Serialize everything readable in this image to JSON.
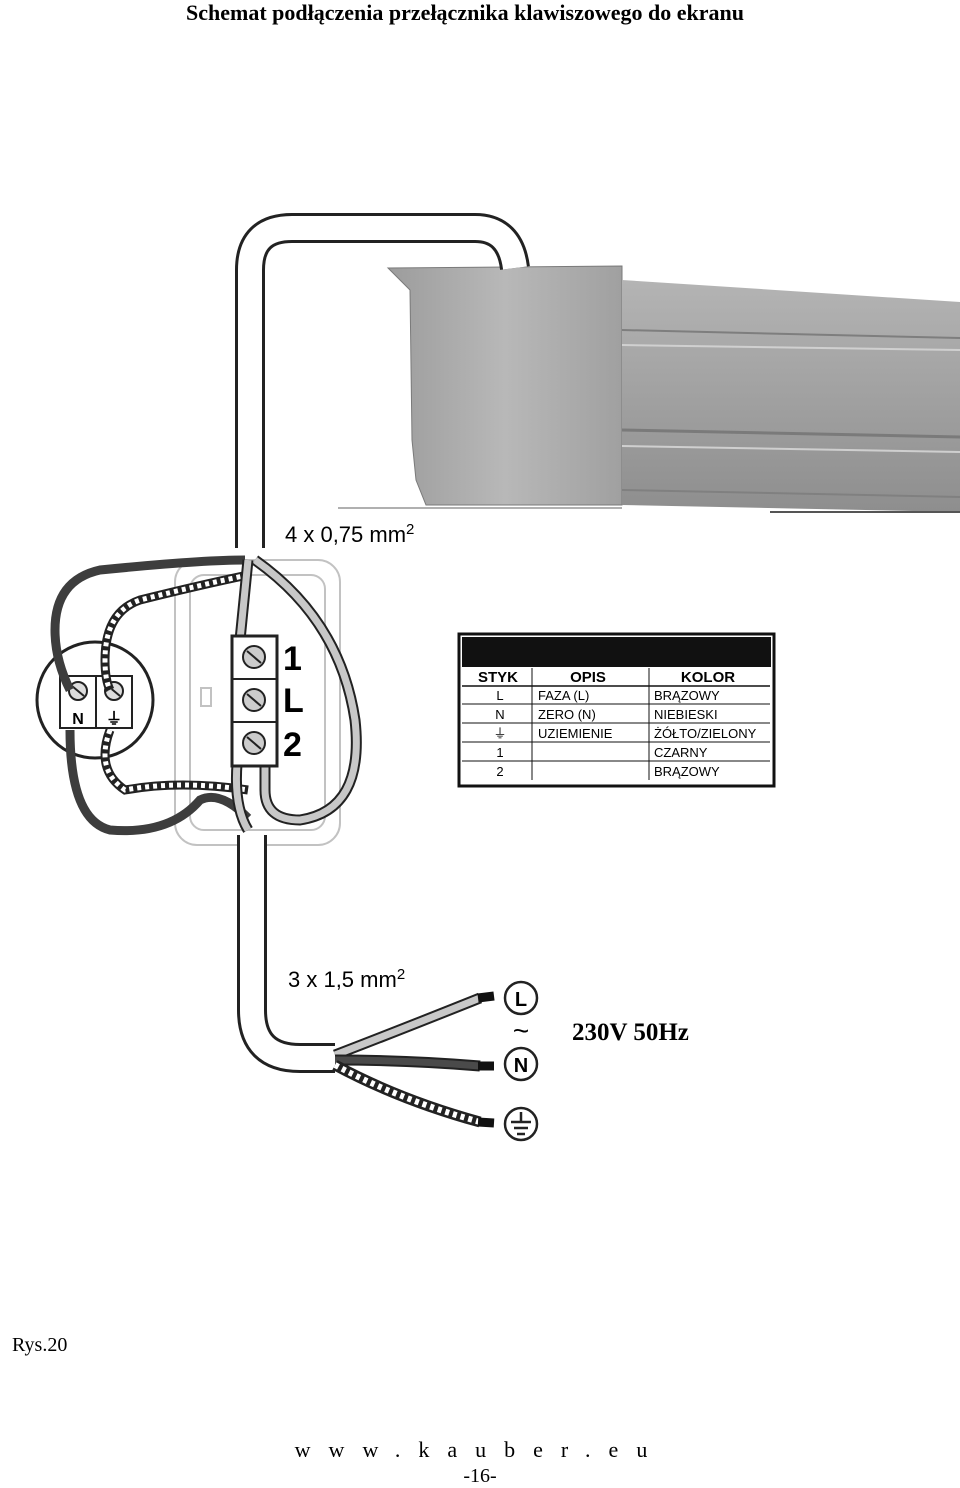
{
  "title": "Schemat podłączenia przełącznika klawiszowego do ekranu",
  "cable_top_label": "4 x 0,75 mm",
  "cable_top_sup": "2",
  "cable_bottom_label": "3 x 1,5 mm",
  "cable_bottom_sup": "2",
  "switch_terminals": [
    "1",
    "L",
    "2"
  ],
  "socket_terminals": [
    "N",
    "⏚"
  ],
  "mains_labels": {
    "l": "L",
    "n": "N",
    "tilde": "~"
  },
  "voltage": "230V 50Hz",
  "table": {
    "headers": [
      "STYK",
      "OPIS",
      "KOLOR"
    ],
    "rows": [
      [
        "L",
        "FAZA (L)",
        "BRĄZOWY"
      ],
      [
        "N",
        "ZERO (N)",
        "NIEBIESKI"
      ],
      [
        "⏚",
        "UZIEMIENIE",
        "ŻÓŁTO/ZIELONY"
      ],
      [
        "1",
        "",
        "CZARNY"
      ],
      [
        "2",
        "",
        "BRĄZOWY"
      ]
    ]
  },
  "figure_label": "Rys.20",
  "website": "www.kauber.eu",
  "page_number": "-16-",
  "colors": {
    "housing": "#a6a6a6",
    "cable_dark": "#3d3d3d",
    "cable_light": "#c8c8c8"
  }
}
